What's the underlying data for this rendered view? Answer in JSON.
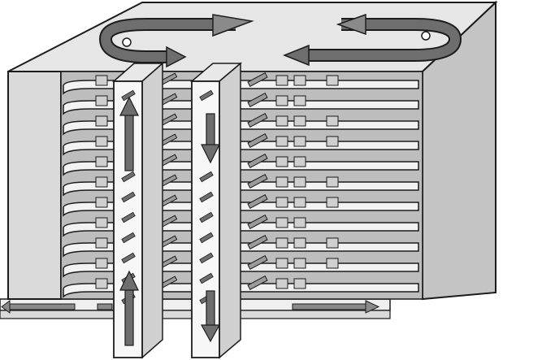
{
  "diagram": {
    "kind": "stacked-disk-cassette-illustration",
    "colors": {
      "outline": "#1c1c1c",
      "background": "#ffffff",
      "box_top": "#e6e6e6",
      "box_front": "#d6d6d6",
      "box_side": "#c4c4c4",
      "box_inner": "#bdbdbd",
      "disk_edge": "#f2f2f2",
      "block": "#cfcfcf",
      "block_dark": "#9a9a9a",
      "arrow": "#6e6e6e",
      "arrow_light": "#9a9a9a",
      "slab": "#f7f7f7",
      "base": "#efefef"
    },
    "disk_count": 11,
    "slabs": [
      {
        "id": "left-slab",
        "main_arrow_direction": "up"
      },
      {
        "id": "right-slab",
        "main_arrow_direction": "down"
      }
    ],
    "top_arrows": [
      {
        "id": "left-return",
        "direction": "u-turn-to-right"
      },
      {
        "id": "right-return",
        "direction": "u-turn-to-left"
      }
    ],
    "base_arrows": [
      {
        "id": "base-left",
        "direction": "left"
      },
      {
        "id": "base-right",
        "direction": "right"
      }
    ]
  }
}
